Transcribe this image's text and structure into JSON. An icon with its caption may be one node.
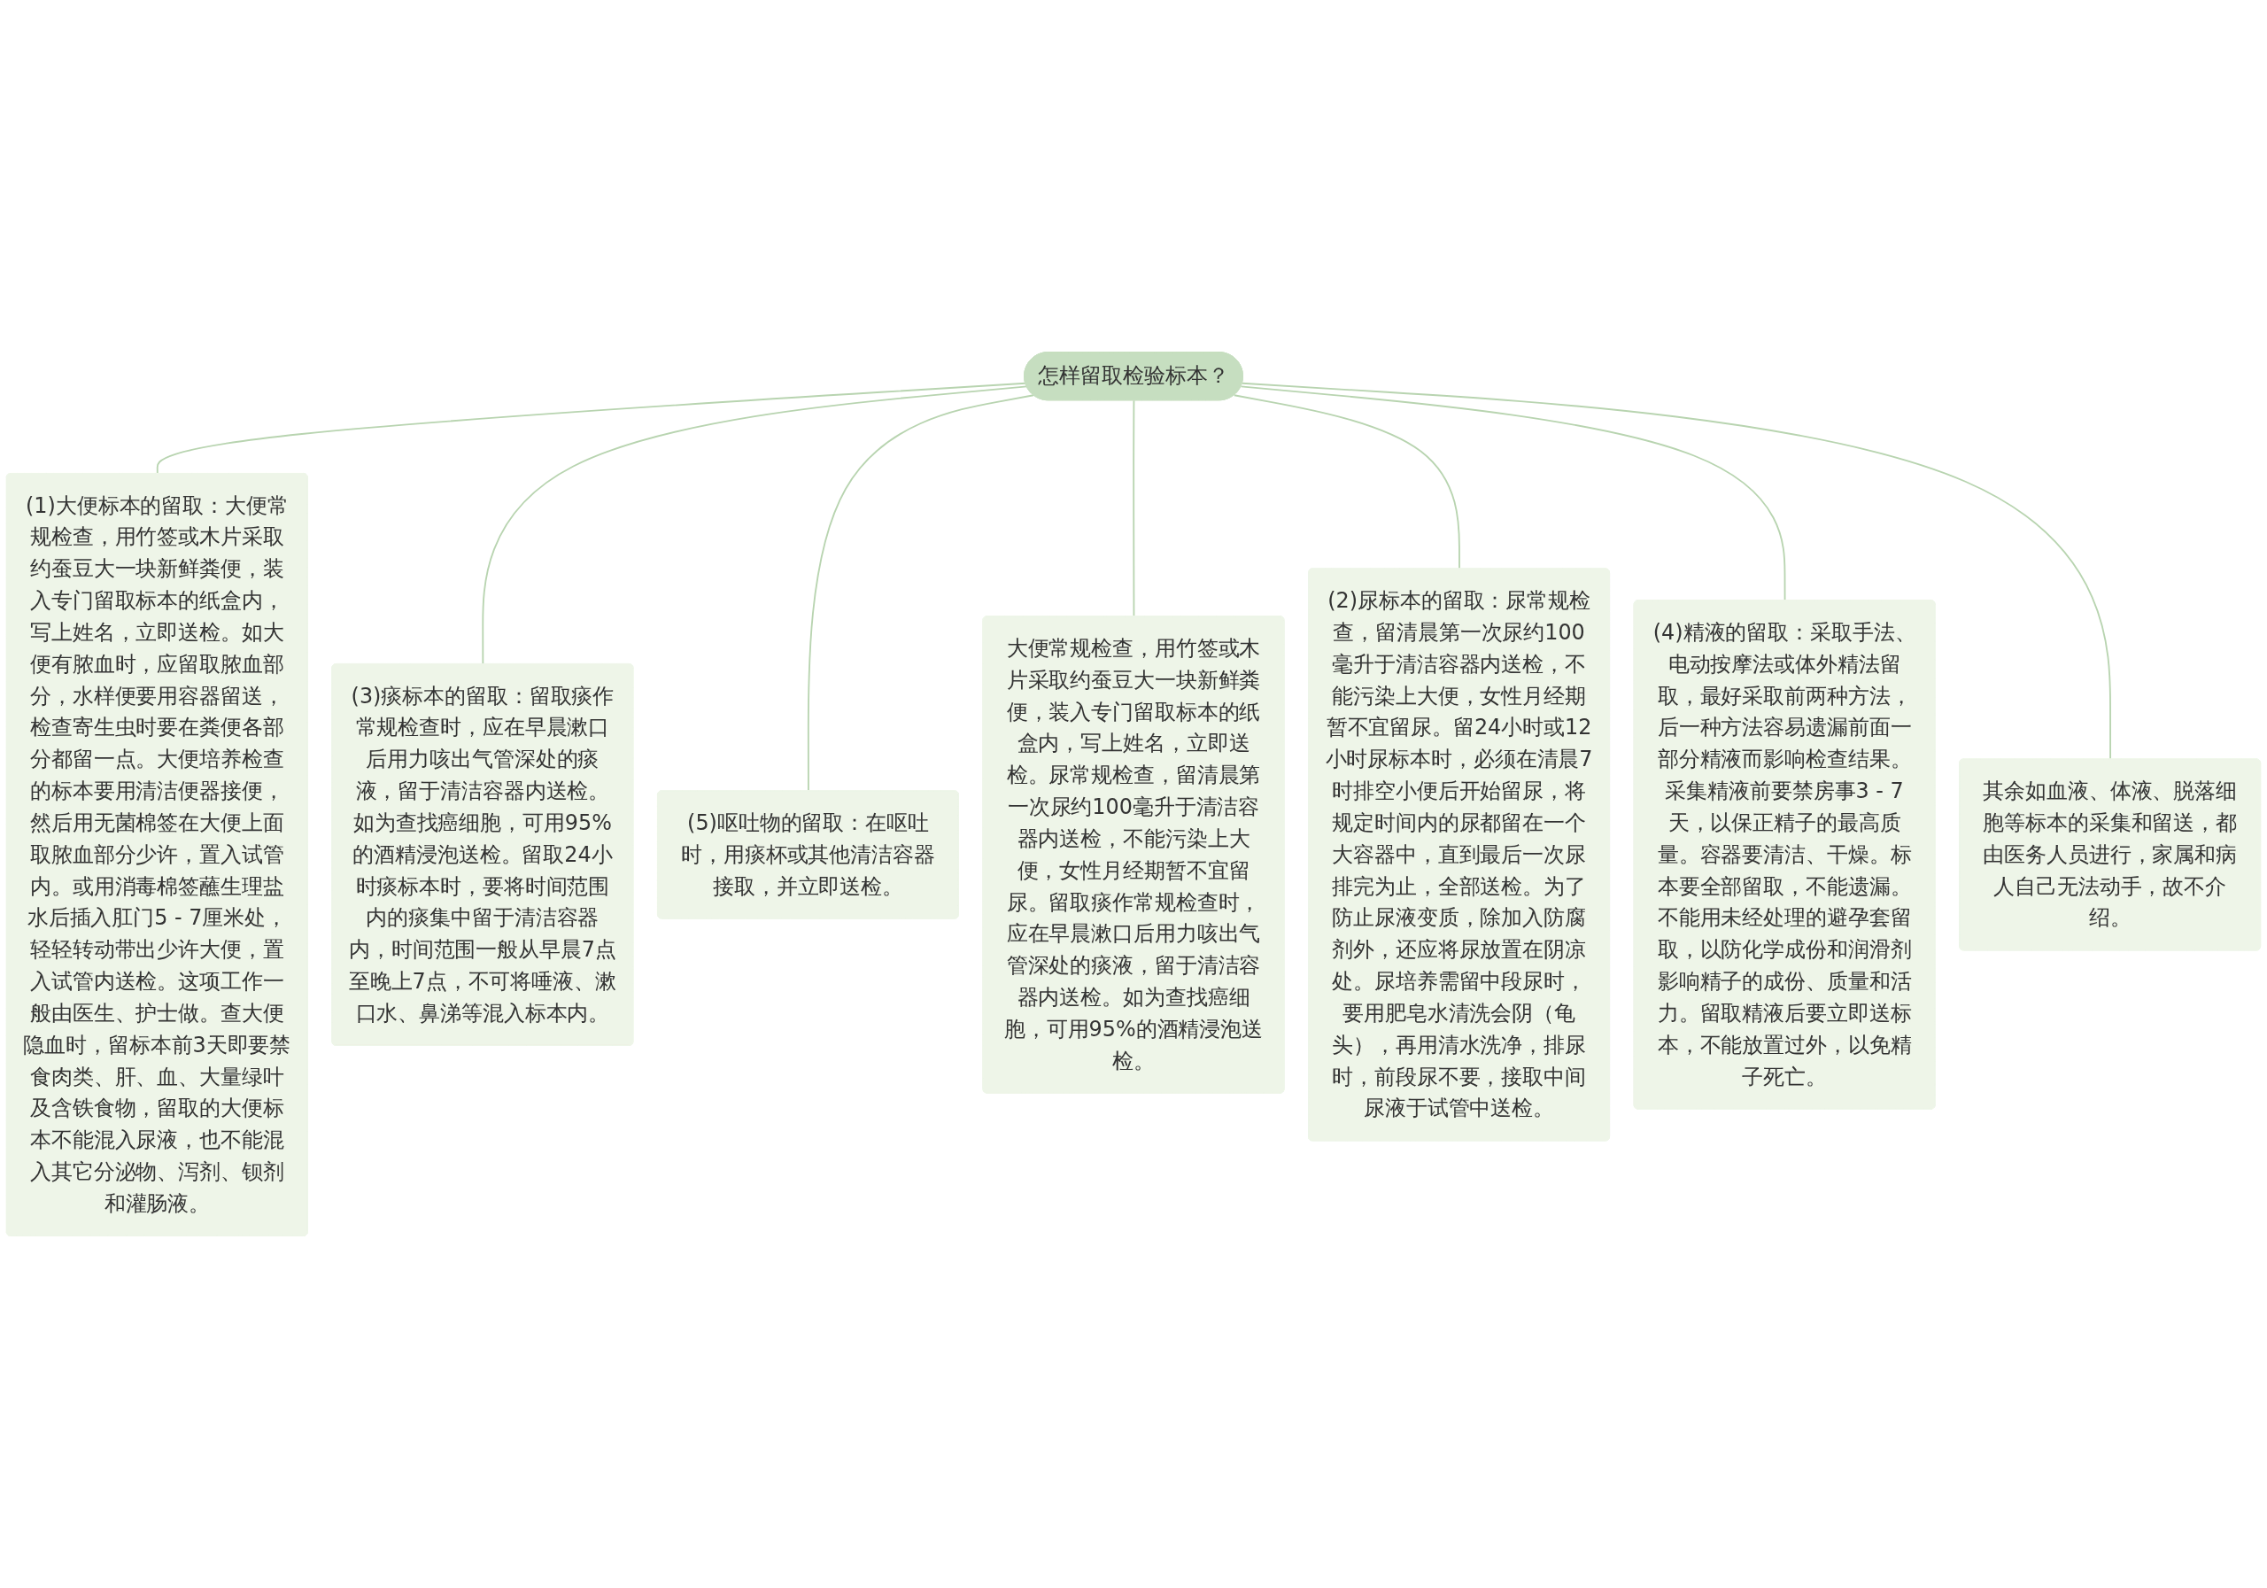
{
  "diagram": {
    "nodes": [
      {
        "text": [
          "怎样留取检验标本？"
        ]
      },
      {
        "text": [
          "(1)大便标本的留取：大便常规检查，用竹签或木片采取约蚕豆大一块新鲜粪便，装入专门留取标本的纸盒内，写上姓名，立即送检。如大便有脓血时，应留取脓血部分，水样便要用容器留送，检查寄生虫时要在粪便各部分都留一点。大便培养检查的标本要用清洁便器接便，然后用无菌棉签在大便上面取脓血部分少许，置入试管内。或用消毒棉签蘸生理盐水后插入肛门5 - 7厘米处，轻轻转动带出少许大便，置入试管内送检。这项工作一般由医生、护士做。查大便隐血时，留标本前3天即要禁食肉类、肝、血、大量绿叶及含铁食物，留取的大便标本不能混入尿液，也不能混入其它分泌物、泻剂、钡剂和灌肠液。"
        ]
      },
      {
        "text": [
          "(3)痰标本的留取：留取痰作常规检查时，应在早晨漱口后用力咳出气管深处的痰液，留于清洁容器内送检。如为查找癌细胞，可用95%的酒精浸泡送检。留取24小时痰标本时，要将时间范围内的痰集中留于清洁容器内，时间范围一般从早晨7点至晚上7点，不可将唾液、漱口水、鼻涕等混入标本内。"
        ]
      },
      {
        "text": [
          "(5)呕吐物的留取：在呕吐时，用痰杯或其他清洁容器接取，并立即送检。"
        ]
      },
      {
        "text": [
          "大便常规检查，用竹签或木片采取约蚕豆大一块新鲜粪便，装入专门留取标本的纸盒内，写上姓名，立即送检。尿常规检查，留清晨第一次尿约100毫升于清洁容器内送检，不能污染上大便，女性月经期暂不宜留尿。留取痰作常规检查时，应在早晨漱口后用力咳出气管深处的痰液，留于清洁容器内送检。如为查找癌细胞，可用95%的酒精浸泡送检。"
        ]
      },
      {
        "text": [
          "(2)尿标本的留取：尿常规检查，留清晨第一次尿约100毫升于清洁容器内送检，不能污染上大便，女性月经期暂不宜留尿。留24小时或12小时尿标本时，必须在清晨7时排空小便后开始留尿，将规定时间内的尿都留在一个大容器中，直到最后一次尿排完为止，全部送检。为了防止尿液变质，除加入防腐剂外，还应将尿放置在阴凉处。尿培养需留中段尿时，要用肥皂水清洗会阴（龟头），再用清水洗净，排尿时，前段尿不要，接取中间尿液于试管中送检。"
        ]
      },
      {
        "text": [
          "(4)精液的留取：采取手法、电动按摩法或体外精法留取，最好采取前两种方法，后一种方法容易遗漏前面一部分精液而影响检查结果。采集精液前要禁房事3 - 7天，以保正精子的最高质量。容器要清洁、干燥。标本要全部留取，不能遗漏。不能用未经处理的避孕套留取，以防化学成份和润滑剂影响精子的成份、质量和活力。留取精液后要立即送标本，不能放置过外，以免精子死亡。"
        ]
      },
      {
        "text": [
          "其余如血液、体液、脱落细胞等标本的采集和留送，都由医务人员进行，家属和病人自己无法动手，故不介绍。"
        ]
      }
    ],
    "edges": [
      {
        "from": 0,
        "to": 1,
        "arrow": "none"
      },
      {
        "from": 0,
        "to": 2,
        "arrow": "none"
      },
      {
        "from": 0,
        "to": 3,
        "arrow": "none"
      },
      {
        "from": 0,
        "to": 4,
        "arrow": "none"
      },
      {
        "from": 0,
        "to": 5,
        "arrow": "none"
      },
      {
        "from": 0,
        "to": 6,
        "arrow": "none"
      },
      {
        "from": 0,
        "to": 7,
        "arrow": "none"
      }
    ]
  }
}
